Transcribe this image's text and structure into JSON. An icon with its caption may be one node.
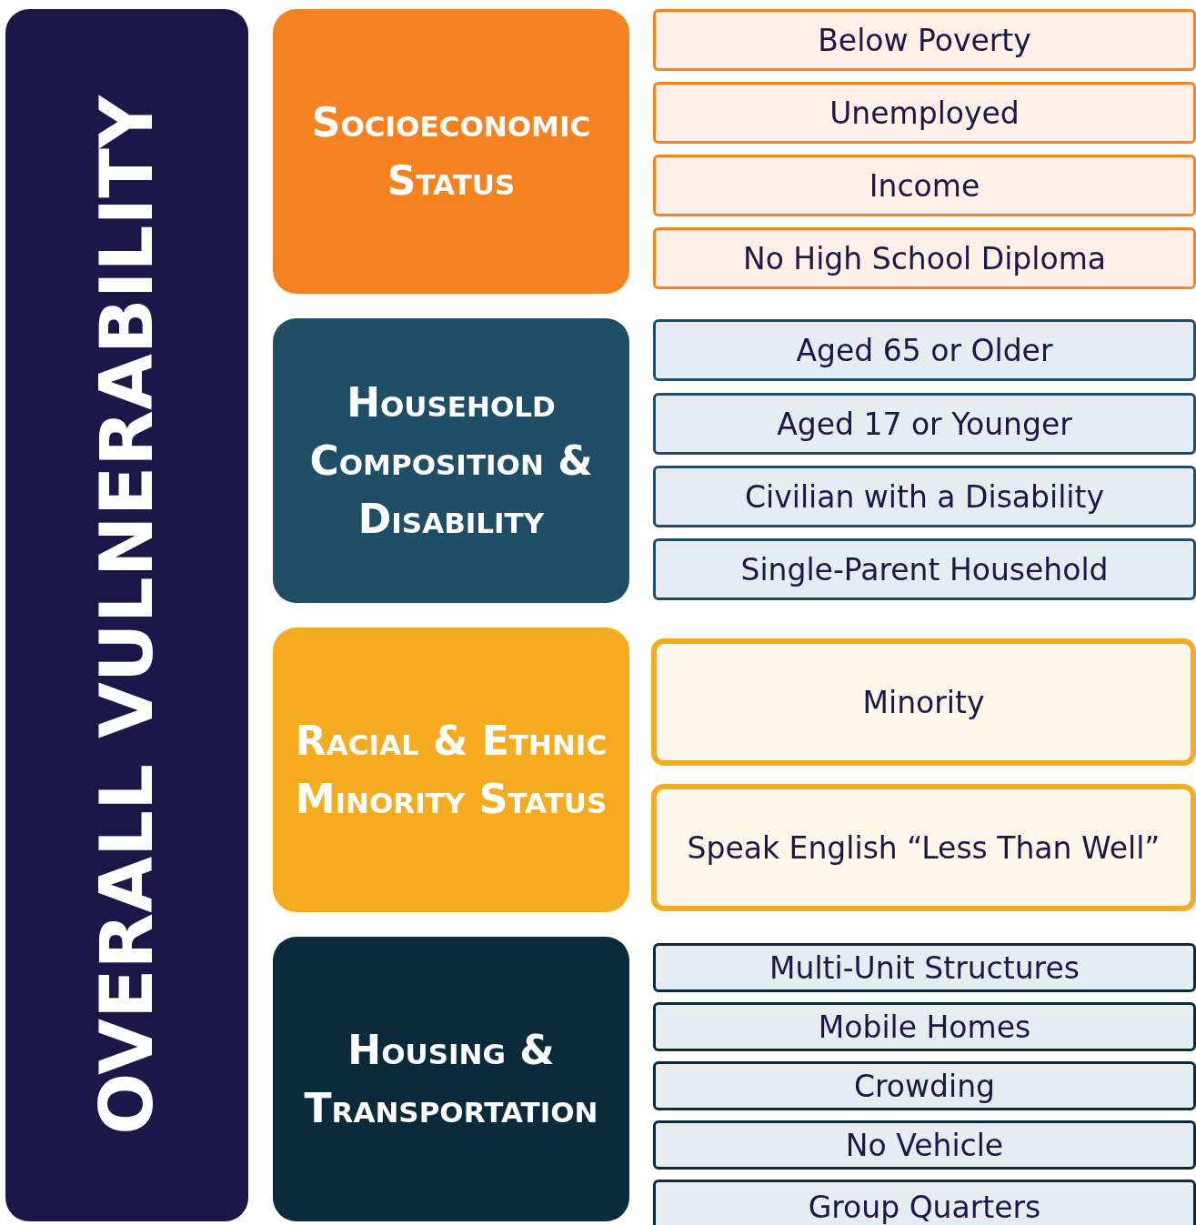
{
  "diagram": {
    "nodes": [
      {
        "text": [
          "OVERALL VULNERABILITY"
        ]
      },
      {
        "text": [
          "Socioeconomic Status"
        ]
      },
      {
        "text": [
          "Below Poverty"
        ]
      },
      {
        "text": [
          "Unemployed"
        ]
      },
      {
        "text": [
          "Income"
        ]
      },
      {
        "text": [
          "No High School Diploma"
        ]
      },
      {
        "text": [
          "Household Composition & Disability"
        ]
      },
      {
        "text": [
          "Aged 65 or Older"
        ]
      },
      {
        "text": [
          "Aged 17 or Younger"
        ]
      },
      {
        "text": [
          "Civilian with a Disability"
        ]
      },
      {
        "text": [
          "Single-Parent Household"
        ]
      },
      {
        "text": [
          "Racial & Ethnic Minority Status"
        ]
      },
      {
        "text": [
          "Minority"
        ]
      },
      {
        "text": [
          "Speak English “Less Than Well”"
        ]
      },
      {
        "text": [
          "Housing & Transportation"
        ]
      },
      {
        "text": [
          "Multi-Unit Structures"
        ]
      },
      {
        "text": [
          "Mobile Homes"
        ]
      },
      {
        "text": [
          "Crowding"
        ]
      },
      {
        "text": [
          "No Vehicle"
        ]
      },
      {
        "text": [
          "Group Quarters"
        ]
      }
    ]
  }
}
